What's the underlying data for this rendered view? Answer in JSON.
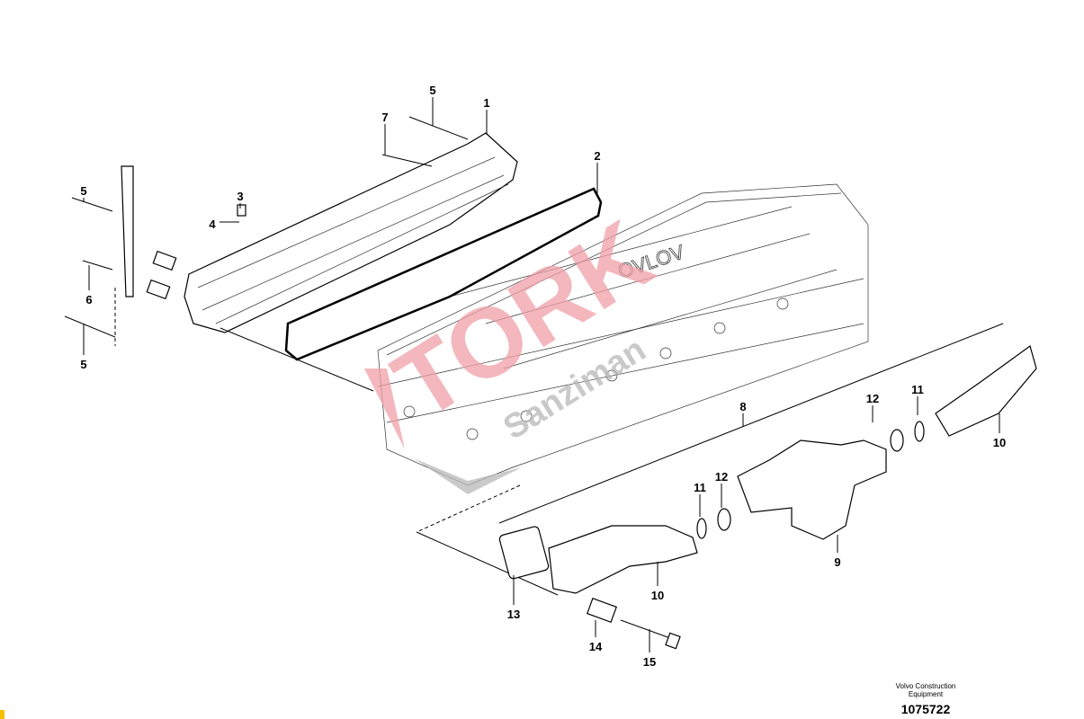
{
  "diagram": {
    "callouts": {
      "c5a": "5",
      "c1": "1",
      "c7": "7",
      "c2": "2",
      "c5b": "5",
      "c3": "3",
      "c4": "4",
      "c6": "6",
      "c5c": "5",
      "c8": "8",
      "c12a": "12",
      "c11a": "11",
      "c10a": "10",
      "c11b": "11",
      "c12b": "12",
      "c9": "9",
      "c10b": "10",
      "c13": "13",
      "c14": "14",
      "c15": "15"
    },
    "watermark": "TORK Sanziman",
    "colors": {
      "watermark_red": "#f0a0a8",
      "watermark_gray": "#b8b8b8"
    }
  },
  "footer": {
    "company_line1": "Volvo Construction",
    "company_line2": "Equipment",
    "drawing_number": "1075722"
  }
}
